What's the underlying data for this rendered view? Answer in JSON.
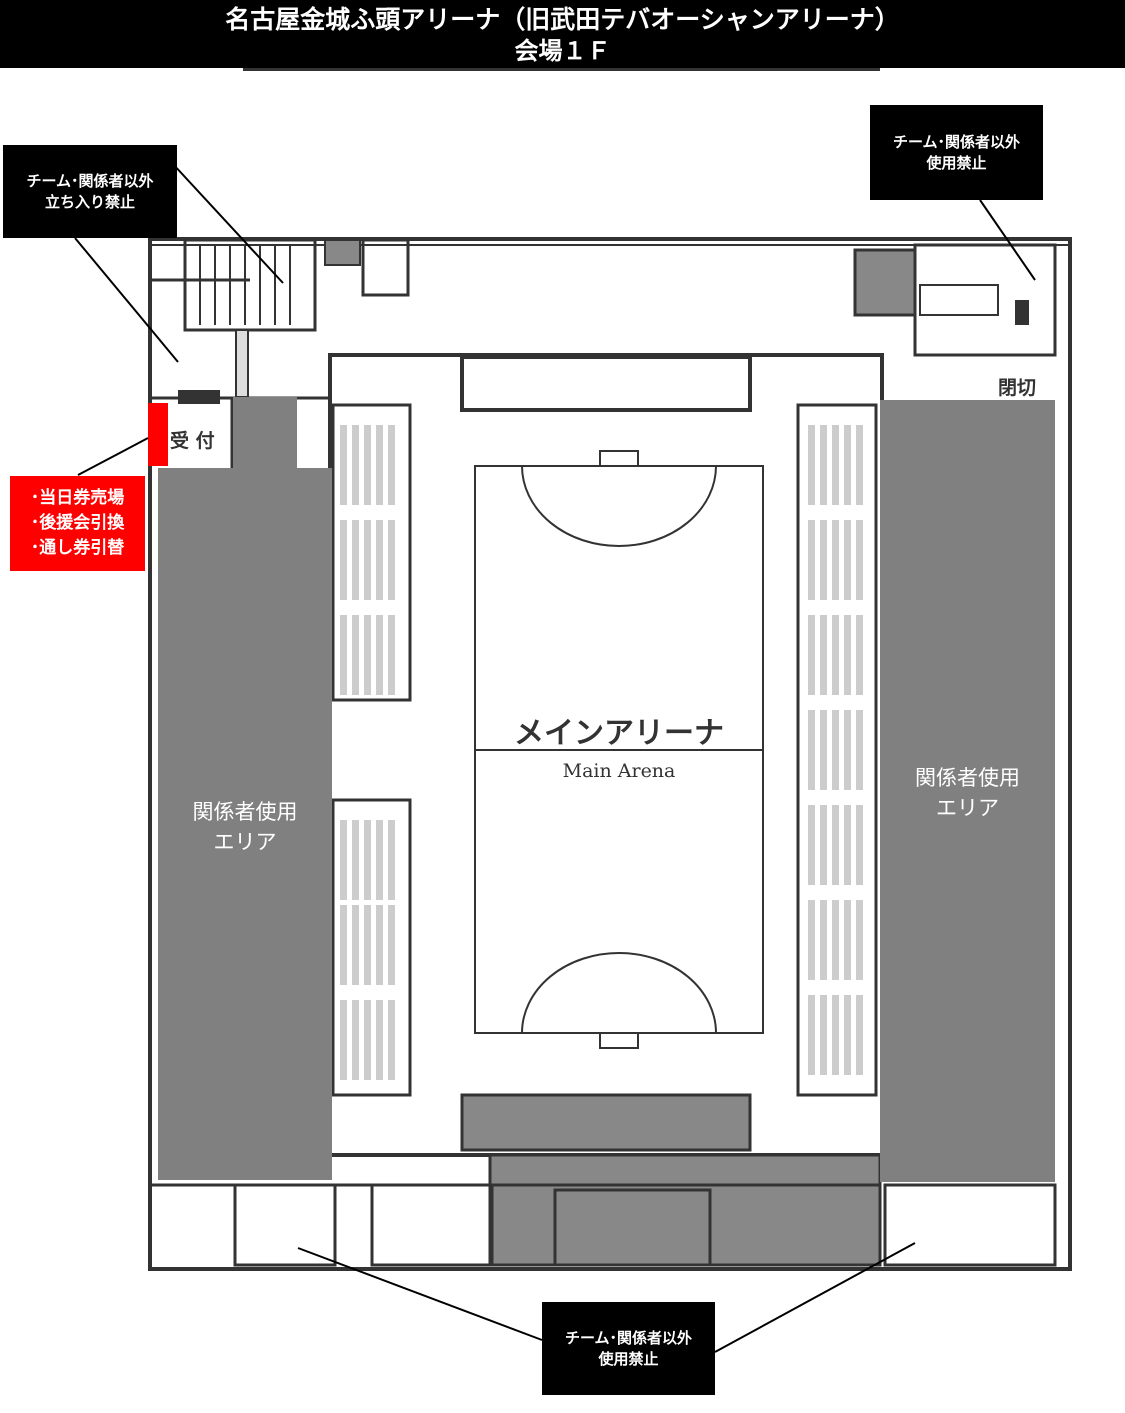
{
  "header": {
    "title": "名古屋金城ふ頭アリーナ（旧武田テバオーシャンアリーナ）",
    "subtitle": "会場１Ｆ"
  },
  "callouts": {
    "top_left": [
      "チーム･関係者以外",
      "立ち入り禁止"
    ],
    "top_right": [
      "チーム･関係者以外",
      "使用禁止"
    ],
    "bottom": [
      "チーム･関係者以外",
      "使用禁止"
    ],
    "red": [
      "･当日券売場",
      "･後援会引換",
      "･通し券引替"
    ]
  },
  "areas": {
    "left": [
      "関係者使用",
      "エリア"
    ],
    "right": [
      "関係者使用",
      "エリア"
    ]
  },
  "arena": {
    "name_ja": "メインアリーナ",
    "name_en": "Main Arena"
  },
  "labels": {
    "reception": "受 付",
    "closed": "閉切"
  },
  "colors": {
    "staff_area": "#808080",
    "callout_red": "#ff0000",
    "callout_black": "#000000"
  }
}
